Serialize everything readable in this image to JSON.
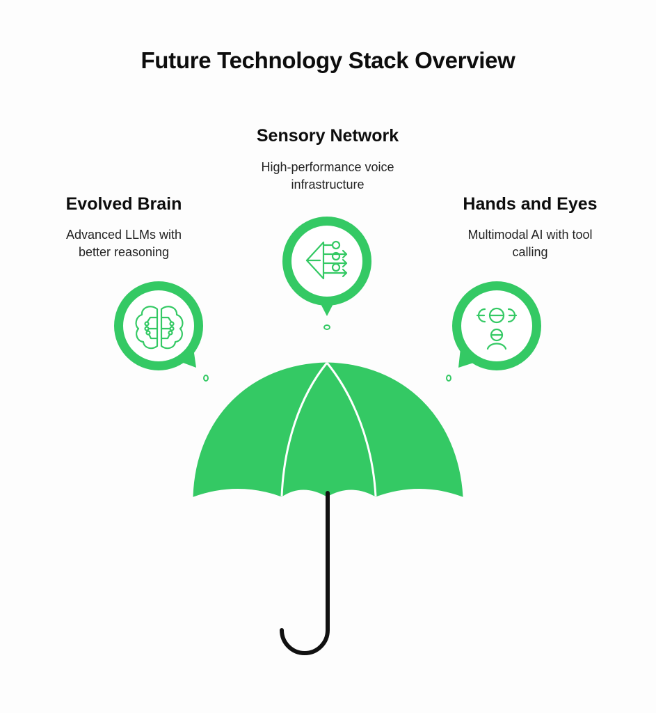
{
  "title": "Future Technology Stack Overview",
  "colors": {
    "accent": "#34c964",
    "handle": "#111111",
    "background": "#fdfdfd"
  },
  "items": [
    {
      "heading": "Evolved Brain",
      "description_lines": [
        "Advanced LLMs with",
        "better reasoning"
      ],
      "icon": "brain-circuit-icon"
    },
    {
      "heading": "Sensory Network",
      "description_lines": [
        "High-performance voice",
        "infrastructure"
      ],
      "icon": "network-branch-icon"
    },
    {
      "heading": "Hands and Eyes",
      "description_lines": [
        "Multimodal AI with tool",
        "calling"
      ],
      "icon": "vision-person-icon"
    }
  ]
}
